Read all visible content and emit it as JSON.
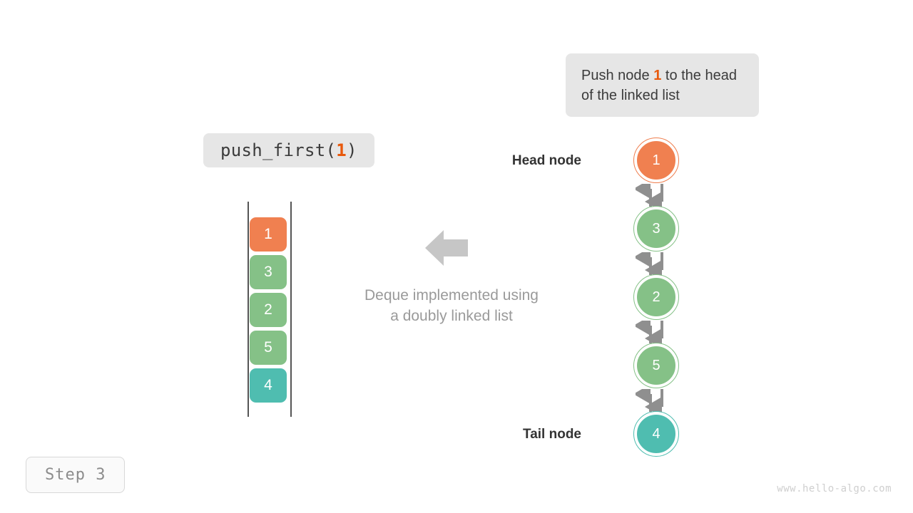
{
  "callout": {
    "text_before": "Push node ",
    "highlight": "1",
    "text_after": " to the head of the linked list",
    "bg_color": "#e6e6e6"
  },
  "code_pill": {
    "prefix": "push_first(",
    "argument": "1",
    "suffix": ")",
    "bg_color": "#e6e6e6",
    "arg_color": "#e8590c"
  },
  "stack": {
    "cells": [
      {
        "value": "1",
        "color": "#f08050"
      },
      {
        "value": "3",
        "color": "#85c187"
      },
      {
        "value": "2",
        "color": "#85c187"
      },
      {
        "value": "5",
        "color": "#85c187"
      },
      {
        "value": "4",
        "color": "#4fbdb0"
      }
    ],
    "rail_color": "#555555"
  },
  "center_caption": {
    "line1": "Deque implemented using",
    "line2": "a doubly linked list",
    "color": "#9a9a9a"
  },
  "big_arrow": {
    "direction": "left",
    "color": "#c6c6c6"
  },
  "linked_list": {
    "head_label": "Head node",
    "tail_label": "Tail node",
    "arrow_color": "#8f8f8f",
    "nodes": [
      {
        "value": "1",
        "color": "#f08050",
        "ring": "#ef7e4e",
        "role": "head"
      },
      {
        "value": "3",
        "color": "#85c187",
        "ring": "#85c187",
        "role": ""
      },
      {
        "value": "2",
        "color": "#85c187",
        "ring": "#85c187",
        "role": ""
      },
      {
        "value": "5",
        "color": "#85c187",
        "ring": "#85c187",
        "role": ""
      },
      {
        "value": "4",
        "color": "#4fbdb0",
        "ring": "#4fbdb0",
        "role": "tail"
      }
    ]
  },
  "step_badge": {
    "label": "Step 3"
  },
  "watermark": {
    "text": "www.hello-algo.com"
  }
}
